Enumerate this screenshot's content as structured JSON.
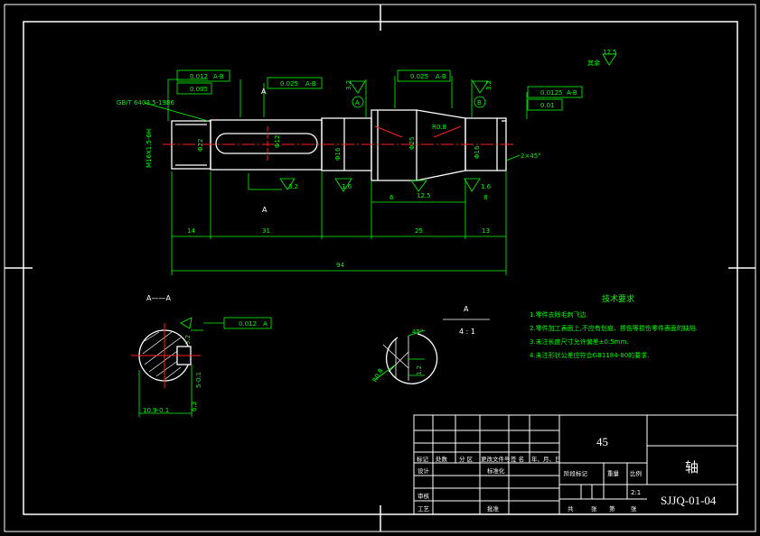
{
  "colors": {
    "background": "#000000",
    "part": "#ffffff",
    "dimension": "#00ff00",
    "centerline": "#ff2020",
    "frame": "#ffffff"
  },
  "drawing": {
    "section_label": "A——A",
    "section_arrow_label": "A",
    "detail_label": "A",
    "detail_scale": "4 : 1",
    "standard_note": "GB/T 6403.5-1986",
    "roughness_other": "其余",
    "roughness_other_value": "12.5"
  },
  "tolerances": {
    "left_runout": "0.012",
    "left_runout_ref": "A-B",
    "left_cyl": "0.005",
    "key_sym": "0.025",
    "key_sym_ref": "A-B",
    "mid_runout": "0.025",
    "mid_runout_ref": "A-B",
    "right_runout": "0.0125",
    "right_runout_ref": "A-B",
    "right_cyl": "0.01",
    "section_sym": "0.012",
    "section_sym_ref": "A",
    "datum_a": "A",
    "datum_b": "B"
  },
  "dimensions": {
    "thread": "M16X1.5-6H",
    "d_key": "Φ22",
    "d_key2": "Φ12",
    "d_left_bearing": "Φ16",
    "d_mid": "Φ25",
    "d_right": "Φ16",
    "groove": "R0.8",
    "chamfer": "2×45°",
    "len_14": "14",
    "len_31": "31",
    "len_25": "25",
    "len_13": "13",
    "len_94": "94",
    "len_6": "6",
    "len_8": "8",
    "rough_32": "3.2",
    "rough_16": "1.6",
    "rough_125": "12.5",
    "sec_depth": "10.9-0.1",
    "sec_width": "5-0.1",
    "sec_r": "3.2",
    "sec_r2": "6.3",
    "detail_angle": "45°",
    "detail_r": "R0.8",
    "detail_w": "1.2"
  },
  "tech_requirements": {
    "title": "技术要求",
    "items": [
      "1.零件去除毛刺飞边.",
      "2.零件加工表面上,不应有划痕、擦伤等损伤零件表面的缺陷.",
      "3.未注长度尺寸允许偏差±0.5mm.",
      "4.未注形状公差应符合GB1184-80的要求."
    ]
  },
  "title_block": {
    "material": "45",
    "part_name": "轴",
    "drawing_no": "SJJQ-01-04",
    "scale_value": "2:1",
    "headers": [
      "标记",
      "处数",
      "分 区",
      "更改文件号",
      "签 名",
      "年、月、日"
    ],
    "design": "设计",
    "standardize": "标准化",
    "review": "审核",
    "process": "工艺",
    "approve": "批准",
    "stage_mark": "阶段标记",
    "weight": "重量",
    "scale": "比例",
    "total": "共",
    "sheet": "张",
    "page": "第",
    "page_sheet": "张"
  }
}
